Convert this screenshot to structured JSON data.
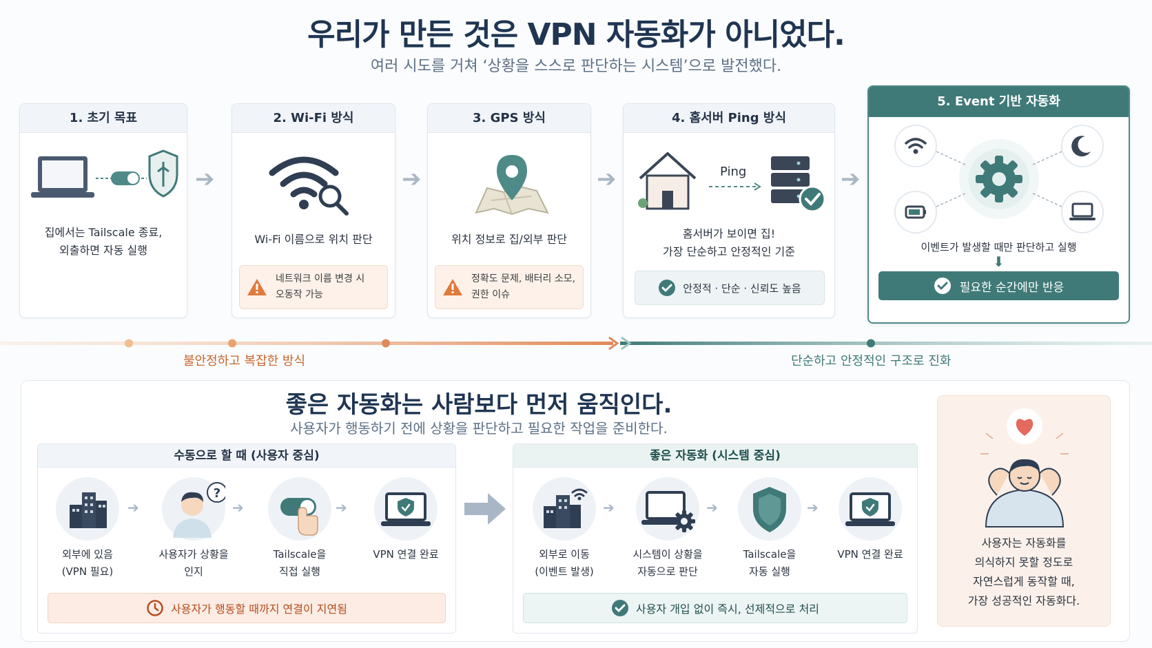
{
  "header": {
    "title": "우리가 만든 것은 VPN 자동화가 아니었다.",
    "subtitle": "여러 시도를 거쳐 ‘상황을 스스로 판단하는 시스템’으로 발전했다."
  },
  "steps": [
    {
      "title": "1. 초기 목표",
      "desc_line1": "집에서는 Tailscale 종료,",
      "desc_line2": "외출하면 자동 실행",
      "icon": "laptop-toggle-shield-icon"
    },
    {
      "title": "2. Wi-Fi 방식",
      "desc": "Wi-Fi 이름으로 위치 판단",
      "warn_line1": "네트워크 이름 변경 시",
      "warn_line2": "오동작 가능",
      "icon": "wifi-search-icon"
    },
    {
      "title": "3. GPS 방식",
      "desc": "위치 정보로 집/외부 판단",
      "warn_line1": "정확도 문제, 배터리 소모,",
      "warn_line2": "권한 이슈",
      "icon": "map-pin-icon"
    },
    {
      "title": "4. 홈서버 Ping 방식",
      "ping_label": "Ping",
      "desc_line1": "홈서버가 보이면 집!",
      "desc_line2": "가장 단순하고 안정적인 기준",
      "badge": "안정적 · 단순 · 신뢰도 높음",
      "icon": "house-server-icon"
    },
    {
      "title": "5. Event 기반 자동화",
      "desc": "이벤트가 발생할 때만 판단하고 실행",
      "button": "필요한 순간에만 반응",
      "icon": "gear-events-icon"
    }
  ],
  "timeline": {
    "left_label": "불안정하고 복잡한 방식",
    "right_label": "단순하고 안정적인 구조로 진화",
    "left_color": "#e8a06a",
    "right_color": "#3f7a78"
  },
  "bottom": {
    "title": "좋은 자동화는 사람보다 먼저 움직인다.",
    "subtitle": "사용자가 행동하기 전에 상황을 판단하고 필요한 작업을 준비한다.",
    "manual": {
      "title": "수동으로 할 때 (사용자 중심)",
      "items": [
        {
          "line1": "외부에 있음",
          "line2": "(VPN 필요)",
          "icon": "buildings-icon"
        },
        {
          "line1": "사용자가 상황을",
          "line2": "인지",
          "icon": "user-question-icon"
        },
        {
          "line1": "Tailscale을",
          "line2": "직접 실행",
          "icon": "hand-toggle-icon"
        },
        {
          "line1": "VPN 연결 완료",
          "line2": "",
          "icon": "laptop-shield-icon"
        }
      ],
      "footer": "사용자가 행동할 때까지 연결이 지연됨"
    },
    "auto": {
      "title": "좋은 자동화 (시스템 중심)",
      "items": [
        {
          "line1": "외부로 이동",
          "line2": "(이벤트 발생)",
          "icon": "buildings-wifi-icon"
        },
        {
          "line1": "시스템이 상황을",
          "line2": "자동으로 판단",
          "icon": "laptop-gear-icon"
        },
        {
          "line1": "Tailscale을",
          "line2": "자동 실행",
          "icon": "shield-icon"
        },
        {
          "line1": "VPN 연결 완료",
          "line2": "",
          "icon": "laptop-shield-icon"
        }
      ],
      "footer": "사용자 개입 없이 즉시, 선제적으로 처리"
    },
    "side": {
      "line1": "사용자는 자동화를",
      "line2": "의식하지 못할 정도로",
      "line3": "자연스럽게 동작할 때,",
      "line4": "가장 성공적인 자동화다."
    }
  },
  "colors": {
    "title": "#1f3552",
    "teal": "#3f7a78",
    "warning": "#e07a3b"
  }
}
